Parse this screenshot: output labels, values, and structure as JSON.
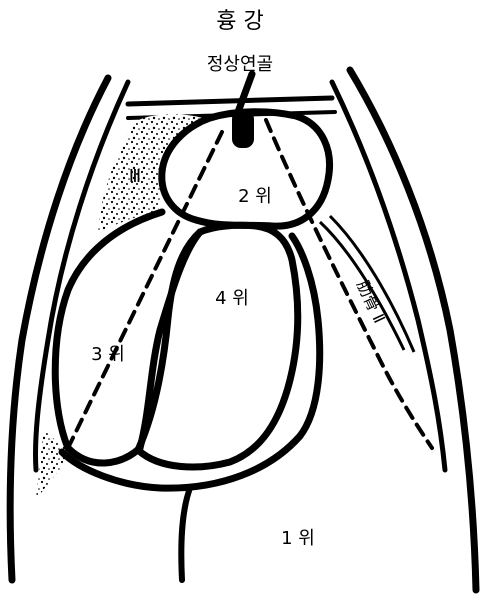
{
  "diagram": {
    "title": "흉 강",
    "labels": {
      "xiphoid": "정상연골",
      "stomach2": "2 위",
      "stomach4": "4 위",
      "stomach3": "3 위",
      "stomach1": "1 위",
      "region3": "Ⅲ",
      "ribs": "肋骨 Ⅱ"
    }
  }
}
